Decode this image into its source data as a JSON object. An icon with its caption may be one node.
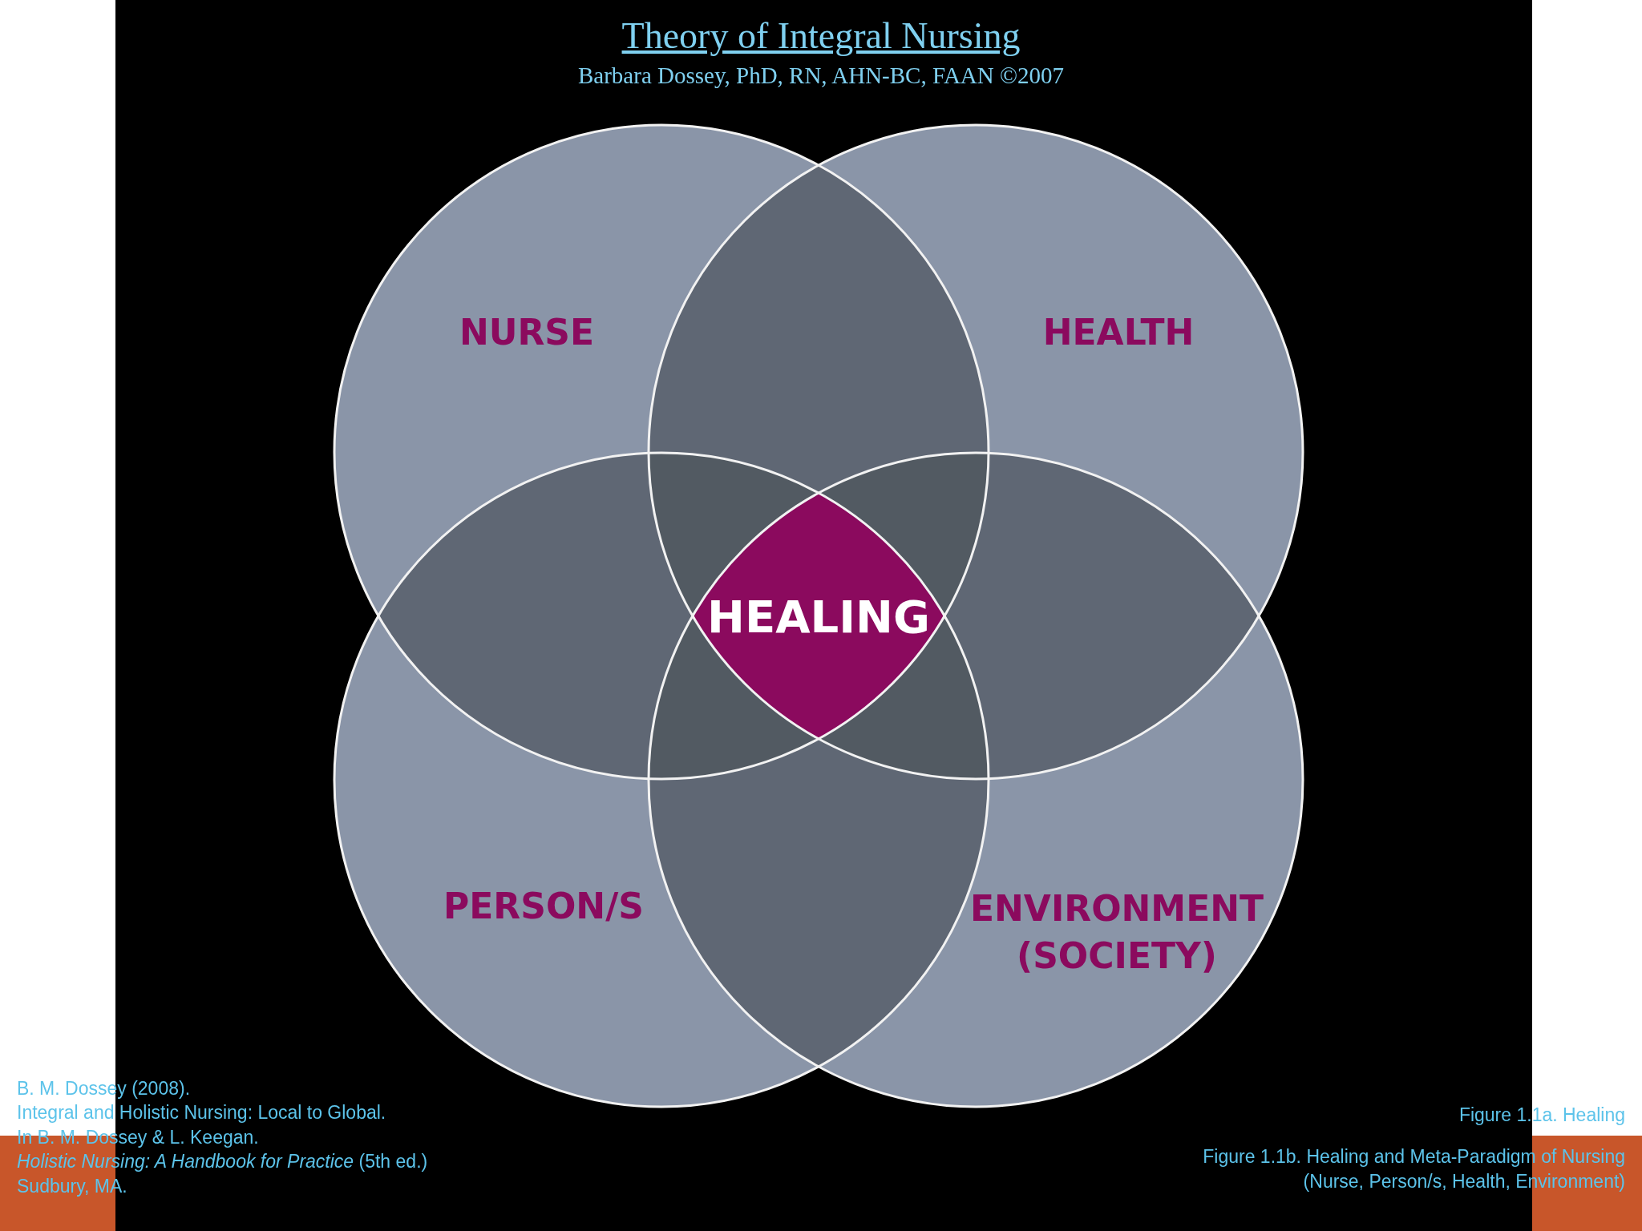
{
  "diagram": {
    "title": "Theory of Integral Nursing",
    "nodes": [
      {
        "text": [
          "NURSE"
        ]
      },
      {
        "text": [
          "HEALTH"
        ]
      },
      {
        "text": [
          "PERSON/S"
        ]
      },
      {
        "text": [
          "ENVIRONMENT (SOCIETY)"
        ]
      },
      {
        "text": [
          "HEALING"
        ]
      }
    ],
    "edges": [],
    "labels": [
      "Barbara Dossey, PhD, RN, AHN-BC, FAAN ©2007",
      "B. M. Dossey (2008).",
      "Integral and Holistic Nursing: Local to Global.",
      "In B. M. Dossey & L. Keegan.",
      "*Holistic Nursing: A Handbook for Practice* (5th ed.)",
      "Sudbury, MA.",
      "Figure 1.1a. Healing",
      "Figure 1.1b. Healing and Meta-Paradigm of Nursing (Nurse, Person/s, Health, Environment)"
    ]
  }
}
